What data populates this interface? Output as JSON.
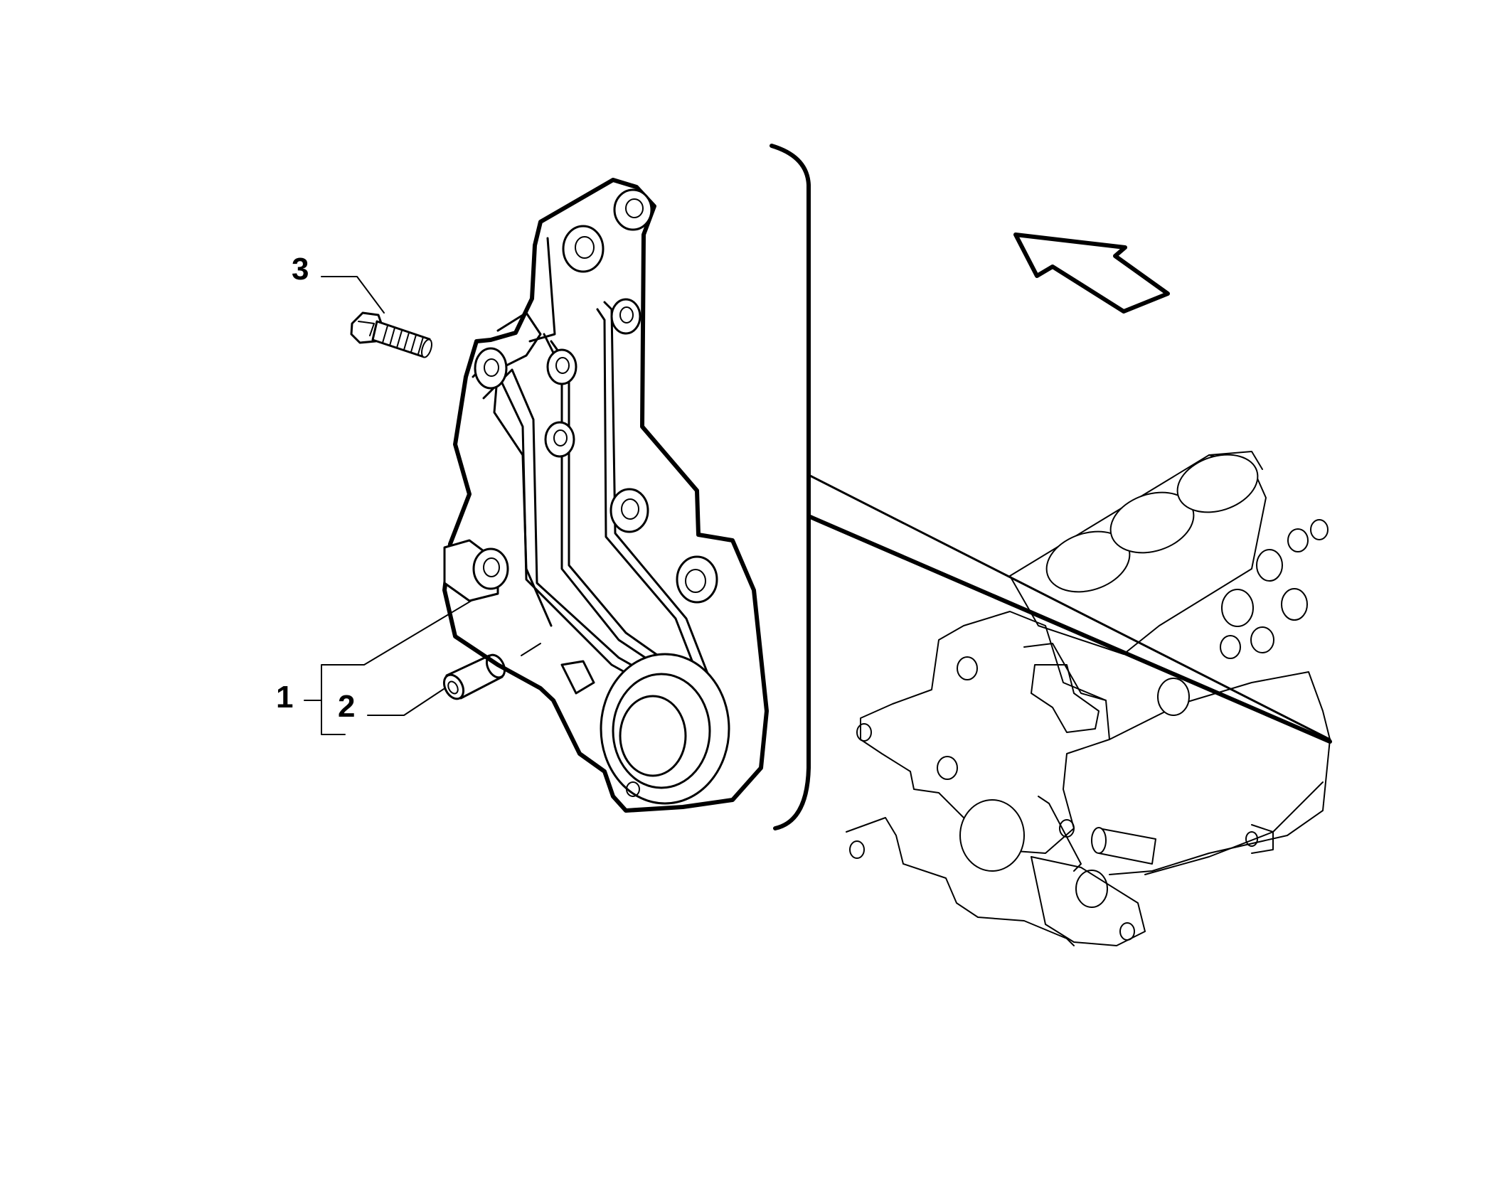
{
  "callouts": [
    {
      "id": "1",
      "label": "1"
    },
    {
      "id": "2",
      "label": "2"
    },
    {
      "id": "3",
      "label": "3"
    }
  ],
  "colors": {
    "line": "#000000",
    "background": "#ffffff"
  },
  "icons": [
    "direction-arrow-icon"
  ]
}
